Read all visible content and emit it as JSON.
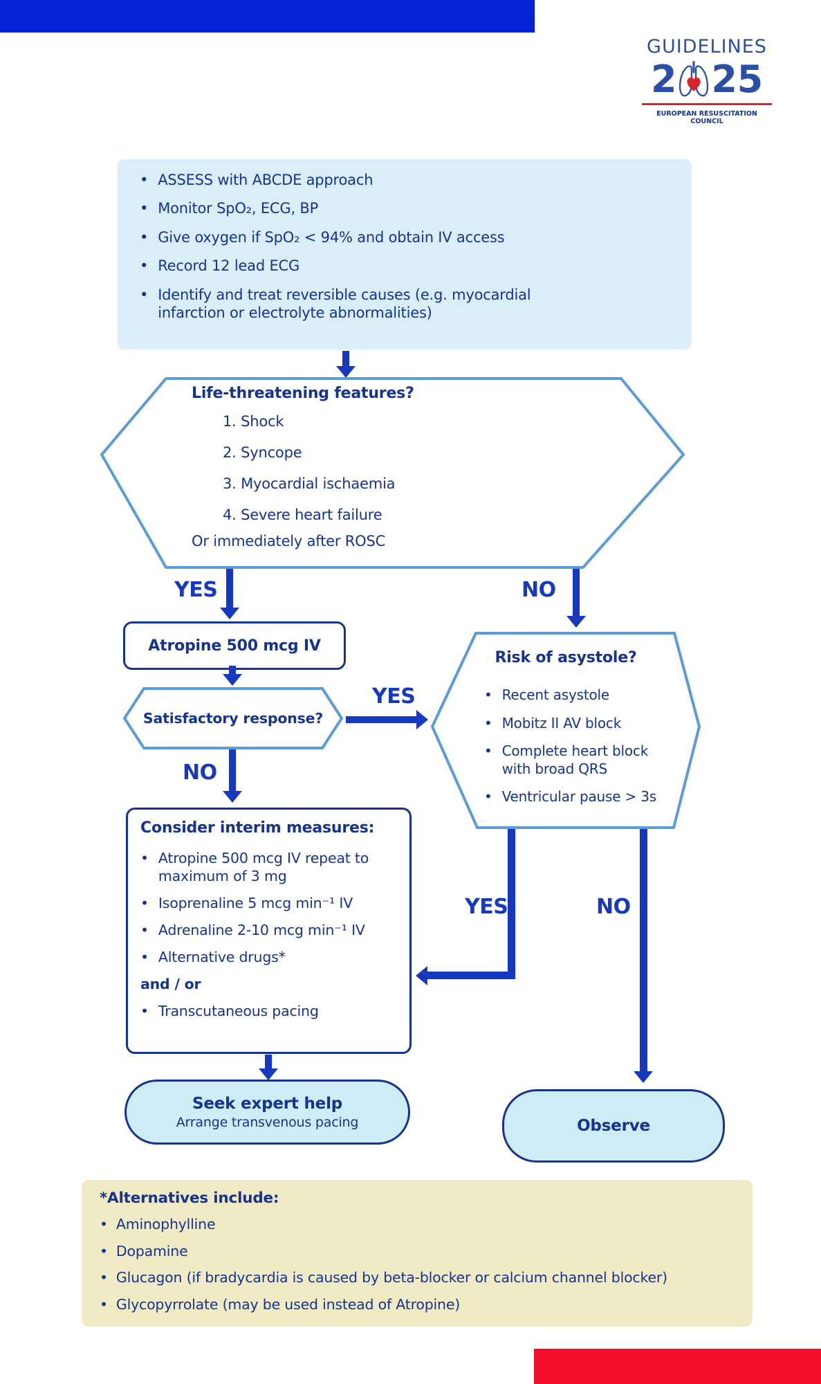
{
  "colors": {
    "bar-blue": "#0522d5",
    "bar-red": "#f00e28",
    "navy": "#15338f",
    "arrow-blue": "#1739bf",
    "hex-border": "#5b9bd8",
    "light-blue-fill": "#d9eef7",
    "pill-fill": "#cdecf6",
    "cream-fill": "#f0ebc5",
    "logo-blue": "#2b4fa6",
    "logo-red": "#d8232e"
  },
  "logo": {
    "title": "GUIDELINES",
    "year_prefix": "2",
    "year_suffix": "25",
    "council": "EUROPEAN RESUSCITATION COUNCIL"
  },
  "assess_box": {
    "items": [
      "ASSESS with ABCDE approach",
      "Monitor SpO₂, ECG, BP",
      "Give oxygen if SpO₂ < 94% and obtain IV access",
      "Record 12 lead ECG",
      "Identify and treat reversible causes (e.g. myocardial infarction or electrolyte abnormalities)"
    ]
  },
  "life_threatening": {
    "title": "Life-threatening features?",
    "items": [
      "1. Shock",
      "2. Syncope",
      "3. Myocardial ischaemia",
      "4. Severe heart failure"
    ],
    "footer": "Or immediately after ROSC",
    "yes_label": "YES",
    "no_label": "NO"
  },
  "atropine_box": {
    "label": "Atropine 500 mcg IV"
  },
  "satisfactory": {
    "title": "Satisfactory response?",
    "yes_label": "YES",
    "no_label": "NO"
  },
  "risk_asystole": {
    "title": "Risk of asystole?",
    "items": [
      "Recent asystole",
      "Mobitz II AV block",
      "Complete heart block with broad QRS",
      "Ventricular pause > 3s"
    ],
    "yes_label": "YES",
    "no_label": "NO"
  },
  "interim_box": {
    "title": "Consider interim measures:",
    "items": [
      "Atropine 500 mcg IV repeat to maximum of 3 mg",
      "Isoprenaline 5 mcg min⁻¹ IV",
      "Adrenaline 2-10 mcg min⁻¹ IV",
      "Alternative drugs*"
    ],
    "connector": "and / or",
    "item_after": "Transcutaneous pacing"
  },
  "seek_expert": {
    "title": "Seek expert help",
    "subtitle": "Arrange transvenous pacing"
  },
  "observe": {
    "label": "Observe"
  },
  "alternatives": {
    "title": "*Alternatives include:",
    "items": [
      "Aminophylline",
      "Dopamine",
      "Glucagon (if bradycardia is caused by beta-blocker or calcium channel blocker)",
      "Glycopyrrolate (may be used instead of Atropine)"
    ]
  }
}
